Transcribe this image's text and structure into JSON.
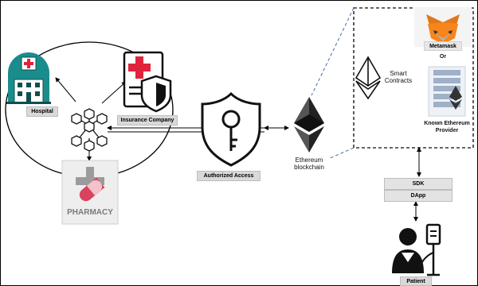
{
  "nodes": {
    "hospital": "Hospital",
    "insurance": "Insurance Company",
    "pharmacy_label": "Pharmacy",
    "pharmacy_logo_text": "PHARMACY",
    "authorized_access": "Authorized Access",
    "ethereum_line1": "Ethereum",
    "ethereum_line2": "blockchain",
    "smart_contracts_line1": "Smart",
    "smart_contracts_line2": "Contracts",
    "metamask": "Metamask",
    "or": "Or",
    "provider_line1": "Known Ethereum",
    "provider_line2": "Provider",
    "sdk": "SDK",
    "dapp": "DApp",
    "patient": "Patient"
  },
  "icons": [
    "hospital-icon",
    "insurance-document-icon",
    "network-cubes-icon",
    "pharmacy-pill-icon",
    "key-shield-icon",
    "ethereum-icon",
    "metamask-fox-icon",
    "server-icon",
    "patient-icon"
  ],
  "colors": {
    "hospital_teal": "#1a8c8c",
    "red_accent": "#e0243b",
    "pink_pill": "#d9435e",
    "dash_blue": "#4a6aa8",
    "fox_orange": "#e2761b"
  }
}
